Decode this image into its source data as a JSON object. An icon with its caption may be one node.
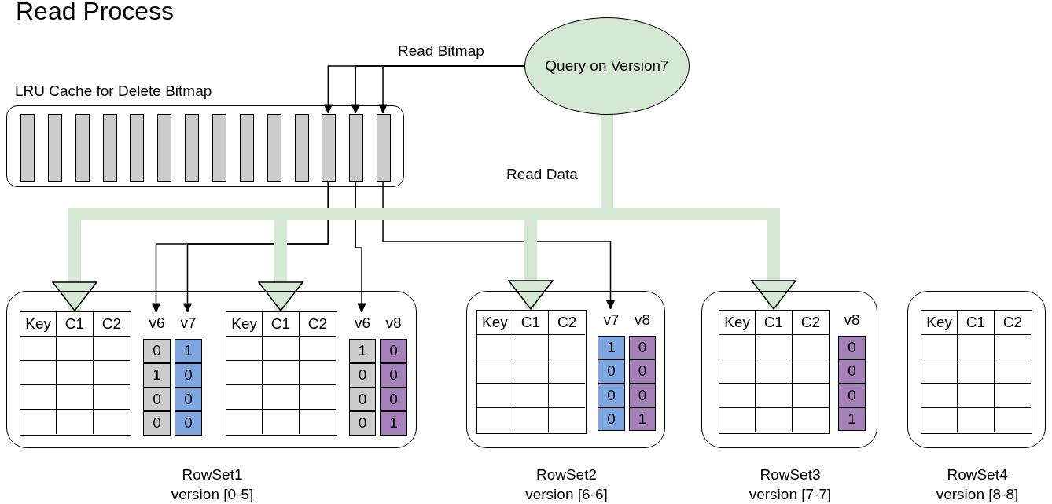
{
  "diagram": {
    "title": "Read Process",
    "nodes": [
      {
        "text": [
          "Query on Version7"
        ]
      },
      {
        "text": [
          "LRU Cache for Delete Bitmap"
        ]
      },
      {
        "text": [],
        "shape": "bar",
        "in": 1
      },
      {
        "text": [],
        "shape": "bar",
        "in": 1
      },
      {
        "text": [],
        "shape": "bar",
        "in": 1
      },
      {
        "text": [],
        "shape": "bar",
        "in": 1
      },
      {
        "text": [],
        "shape": "bar",
        "in": 1
      },
      {
        "text": [],
        "shape": "bar",
        "in": 1
      },
      {
        "text": [],
        "shape": "bar",
        "in": 1
      },
      {
        "text": [],
        "shape": "bar",
        "in": 1
      },
      {
        "text": [],
        "shape": "bar",
        "in": 1
      },
      {
        "text": [],
        "shape": "bar",
        "in": 1
      },
      {
        "text": [],
        "shape": "bar",
        "in": 1
      },
      {
        "text": [],
        "shape": "bar",
        "in": 1
      },
      {
        "text": [],
        "shape": "bar",
        "in": 1
      },
      {
        "text": [],
        "shape": "bar",
        "in": 1
      },
      {
        "text": [
          "RowSet1 version [0-5]"
        ]
      },
      {
        "text": [
          "Key",
          "C1",
          "C2"
        ],
        "in": 16
      },
      {
        "text": [
          "v6",
          "0",
          "1",
          "0",
          "0"
        ],
        "in": 16
      },
      {
        "text": [
          "v7",
          "1",
          "0",
          "0",
          "0"
        ],
        "in": 16
      },
      {
        "text": [
          "Key",
          "C1",
          "C2"
        ],
        "in": 16
      },
      {
        "text": [
          "v6",
          "1",
          "0",
          "0",
          "0"
        ],
        "in": 16
      },
      {
        "text": [
          "v8",
          "0",
          "0",
          "0",
          "1"
        ],
        "in": 16
      },
      {
        "text": [
          "RowSet2 version [6-6]"
        ]
      },
      {
        "text": [
          "Key",
          "C1",
          "C2"
        ],
        "in": 23
      },
      {
        "text": [
          "v7",
          "1",
          "0",
          "0",
          "0"
        ],
        "in": 23
      },
      {
        "text": [
          "v8",
          "0",
          "0",
          "0",
          "1"
        ],
        "in": 23
      },
      {
        "text": [
          "RowSet3 version [7-7]"
        ]
      },
      {
        "text": [
          "Key",
          "C1",
          "C2"
        ],
        "in": 27
      },
      {
        "text": [
          "v8",
          "0",
          "0",
          "0",
          "1"
        ],
        "in": 27
      },
      {
        "text": [
          "RowSet4 version [8-8]"
        ]
      },
      {
        "text": [
          "Key",
          "C1",
          "C2"
        ],
        "in": 30
      }
    ],
    "edges": [
      {
        "from": 0,
        "to": 13,
        "arrow": "to",
        "label": "Read Bitmap"
      },
      {
        "from": 0,
        "to": 14,
        "arrow": "to"
      },
      {
        "from": 0,
        "to": 15,
        "arrow": "to"
      },
      {
        "from": 13,
        "to": 18,
        "arrow": "to"
      },
      {
        "from": 13,
        "to": 19,
        "arrow": "to"
      },
      {
        "from": 14,
        "to": 21,
        "arrow": "to"
      },
      {
        "from": 15,
        "to": 25,
        "arrow": "to"
      },
      {
        "from": 0,
        "to": 17,
        "arrow": "to",
        "label": "Read Data",
        "style": "thick",
        "color": "#d5e8d4"
      },
      {
        "from": 0,
        "to": 20,
        "arrow": "to",
        "style": "thick",
        "color": "#d5e8d4"
      },
      {
        "from": 0,
        "to": 24,
        "arrow": "to",
        "style": "thick",
        "color": "#d5e8d4"
      },
      {
        "from": 0,
        "to": 28,
        "arrow": "to",
        "style": "thick",
        "color": "#d5e8d4"
      }
    ]
  }
}
